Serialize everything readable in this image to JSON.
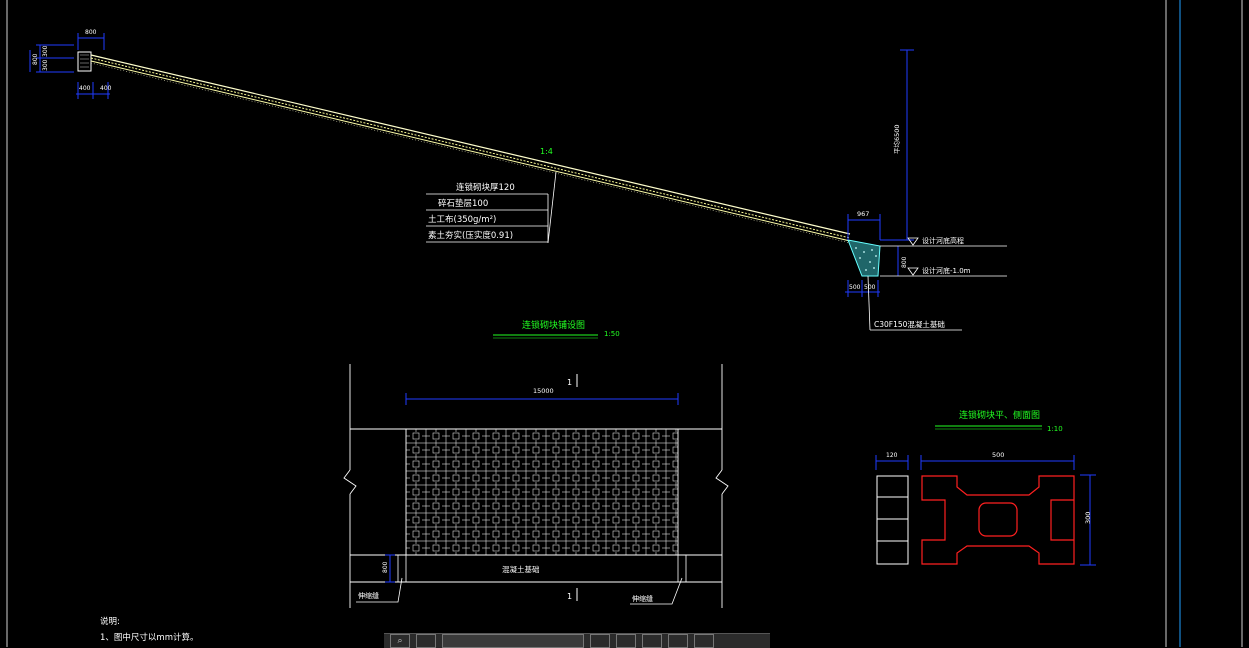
{
  "section": {
    "slope_ratio": "1:4",
    "dims_top": [
      "800",
      "300",
      "300",
      "800",
      "400",
      "400"
    ],
    "layers": [
      "连锁砌块厚120",
      "碎石垫层100",
      "土工布(350g/m²)",
      "素土夯实(压实度0.91)"
    ],
    "height_dim": "平均6500",
    "width_dim": "967",
    "base_dims": [
      "500",
      "500"
    ],
    "depth_dim": "800",
    "water_levels": [
      "设计河底高程",
      "设计河底-1.0m"
    ],
    "foundation_note": "C30F150混凝土基础"
  },
  "plan": {
    "title": "连锁砌块铺设图",
    "scale": "1:50",
    "width_dim": "15000",
    "section_mark": "1",
    "base_label": "混凝土基础",
    "base_dim": "800",
    "joint_labels": [
      "伸缩缝",
      "伸缩缝"
    ]
  },
  "block": {
    "title": "连锁砌块平、侧面图",
    "scale": "1:10",
    "dim_side": "120",
    "dim_width": "500",
    "dim_height": "300"
  },
  "notes": {
    "heading": "说明:",
    "items": [
      "1、图中尺寸以mm计算。"
    ]
  },
  "toolbar": {
    "items": [
      "⌕",
      "",
      "",
      "",
      "",
      "",
      "",
      "",
      ""
    ]
  },
  "colors": {
    "background": "#000000",
    "dimension": "#1f3bff",
    "text": "#ffffff",
    "title": "#22ff22",
    "outline": "#ff2020",
    "hatch": "#ffffaa",
    "fill": "#66ffff"
  }
}
